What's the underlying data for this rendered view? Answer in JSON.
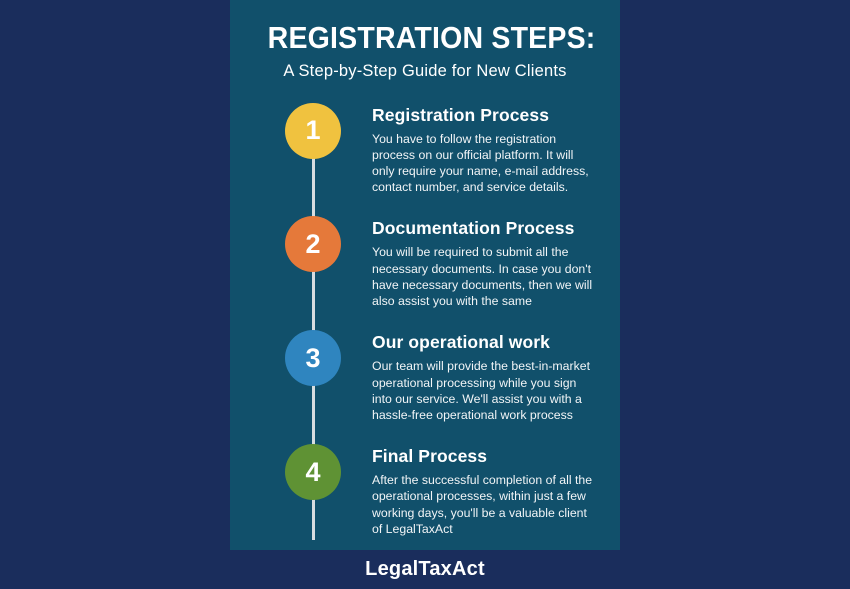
{
  "infographic": {
    "title": "REGISTRATION STEPS:",
    "subtitle": "A Step-by-Step Guide for New Clients",
    "footer": "LegalTaxAct",
    "colors": {
      "outer_bg": "#1a2d5c",
      "panel_bg": "#11506b",
      "connector": "#d8dde0"
    },
    "steps": [
      {
        "number": "1",
        "color": "#f0c23f",
        "heading": "Registration Process",
        "body": "You have to follow the registration process on our official platform. It will only require your name, e-mail address, contact number, and service details."
      },
      {
        "number": "2",
        "color": "#e5793a",
        "heading": "Documentation Process",
        "body": "You will be required to submit all the necessary documents. In case you don't have necessary documents, then we will also assist you with the same"
      },
      {
        "number": "3",
        "color": "#2f85bf",
        "heading": "Our operational work",
        "body": "Our team will provide the best-in-market operational processing while you sign into our service. We'll assist you with a hassle-free operational work process"
      },
      {
        "number": "4",
        "color": "#5f9234",
        "heading": "Final Process",
        "body": "After the successful completion of all the operational processes, within just a few working days, you'll be a valuable client of LegalTaxAct"
      }
    ]
  }
}
